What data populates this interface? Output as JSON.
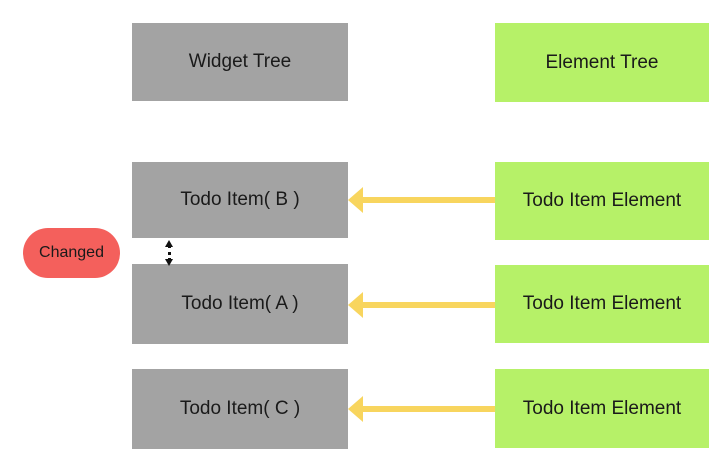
{
  "colors": {
    "background": "#ffffff",
    "widget_box": "#a3a3a3",
    "element_box": "#b6f168",
    "arrow": "#f8d55e",
    "badge": "#f4605c",
    "text": "#1a1a1a",
    "connector": "#111111"
  },
  "widget_tree": {
    "header": "Widget Tree",
    "items": [
      {
        "label": "Todo Item( B )"
      },
      {
        "label": "Todo Item( A )"
      },
      {
        "label": "Todo Item( C )"
      }
    ]
  },
  "element_tree": {
    "header": "Element Tree",
    "items": [
      {
        "label": "Todo Item Element"
      },
      {
        "label": "Todo Item Element"
      },
      {
        "label": "Todo Item Element"
      }
    ]
  },
  "badge": {
    "label": "Changed"
  },
  "icons": {
    "left_arrow": "yellow left-pointing connector arrow",
    "swap_vertical_arrow": "black dotted vertical double-headed arrow"
  }
}
